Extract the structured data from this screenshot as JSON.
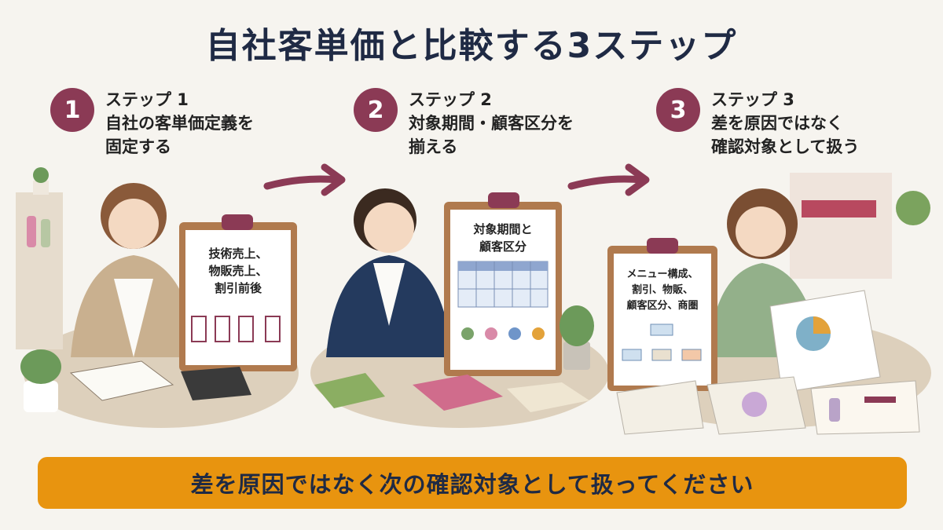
{
  "title": "自社客単価と比較する3ステップ",
  "steps": [
    {
      "number": "1",
      "lines": [
        "ステップ 1",
        "自社の客単価定義を",
        "固定する"
      ],
      "board": [
        "技術売上、",
        "物販売上、",
        "割引前後"
      ]
    },
    {
      "number": "2",
      "lines": [
        "ステップ 2",
        "対象期間・顧客区分を",
        "揃える"
      ],
      "board": [
        "対象期間と",
        "顧客区分"
      ]
    },
    {
      "number": "3",
      "lines": [
        "ステップ 3",
        "差を原因ではなく",
        "確認対象として扱う"
      ],
      "board": [
        "メニュー構成、",
        "割引、物販、",
        "顧客区分、商圏"
      ]
    }
  ],
  "banner": "差を原因ではなく次の確認対象として扱ってください",
  "colors": {
    "accent": "#8b3a55",
    "banner": "#e8940f",
    "title": "#1f2a44"
  }
}
